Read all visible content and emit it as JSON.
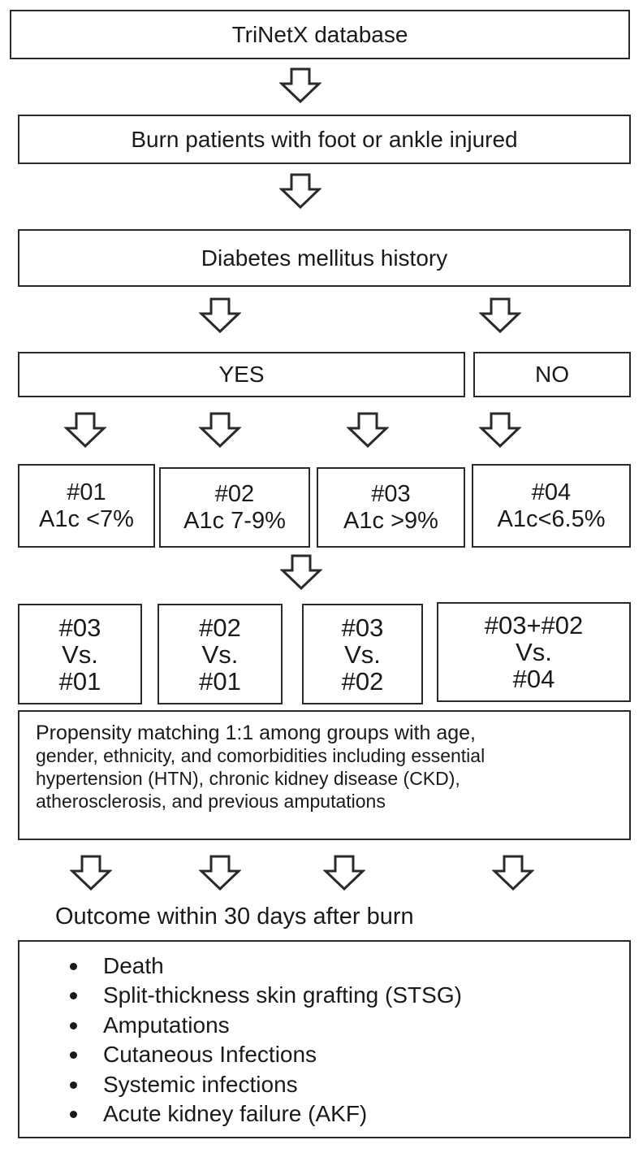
{
  "boxes": {
    "database": "TriNetX database",
    "population": "Burn patients with foot or ankle injured",
    "history": "Diabetes mellitus history",
    "yes": "YES",
    "no": "NO"
  },
  "groups": [
    {
      "id": "#01",
      "criteria": "A1c <7%"
    },
    {
      "id": "#02",
      "criteria": "A1c 7-9%"
    },
    {
      "id": "#03",
      "criteria": "A1c >9%"
    },
    {
      "id": "#04",
      "criteria": "A1c<6.5%"
    }
  ],
  "comparisons": [
    {
      "top": "#03",
      "vs": "Vs.",
      "bottom": "#01"
    },
    {
      "top": "#02",
      "vs": "Vs.",
      "bottom": "#01"
    },
    {
      "top": "#03",
      "vs": "Vs.",
      "bottom": "#02"
    },
    {
      "top": "#03+#02",
      "vs": "Vs.",
      "bottom": "#04"
    }
  ],
  "matching": {
    "lines": [
      "Propensity matching 1:1 among groups with age,",
      "gender, ethnicity, and comorbidities including essential",
      "hypertension (HTN), chronic kidney disease (CKD),",
      "atherosclerosis, and previous amputations"
    ]
  },
  "outcome": {
    "title": "Outcome within 30 days after burn",
    "items": [
      "Death",
      "Split-thickness skin grafting (STSG)",
      "Amputations",
      "Cutaneous Infections",
      "Systemic infections",
      "Acute kidney failure (AKF)"
    ]
  },
  "arrow_icon": "hollow-down-arrow-icon"
}
